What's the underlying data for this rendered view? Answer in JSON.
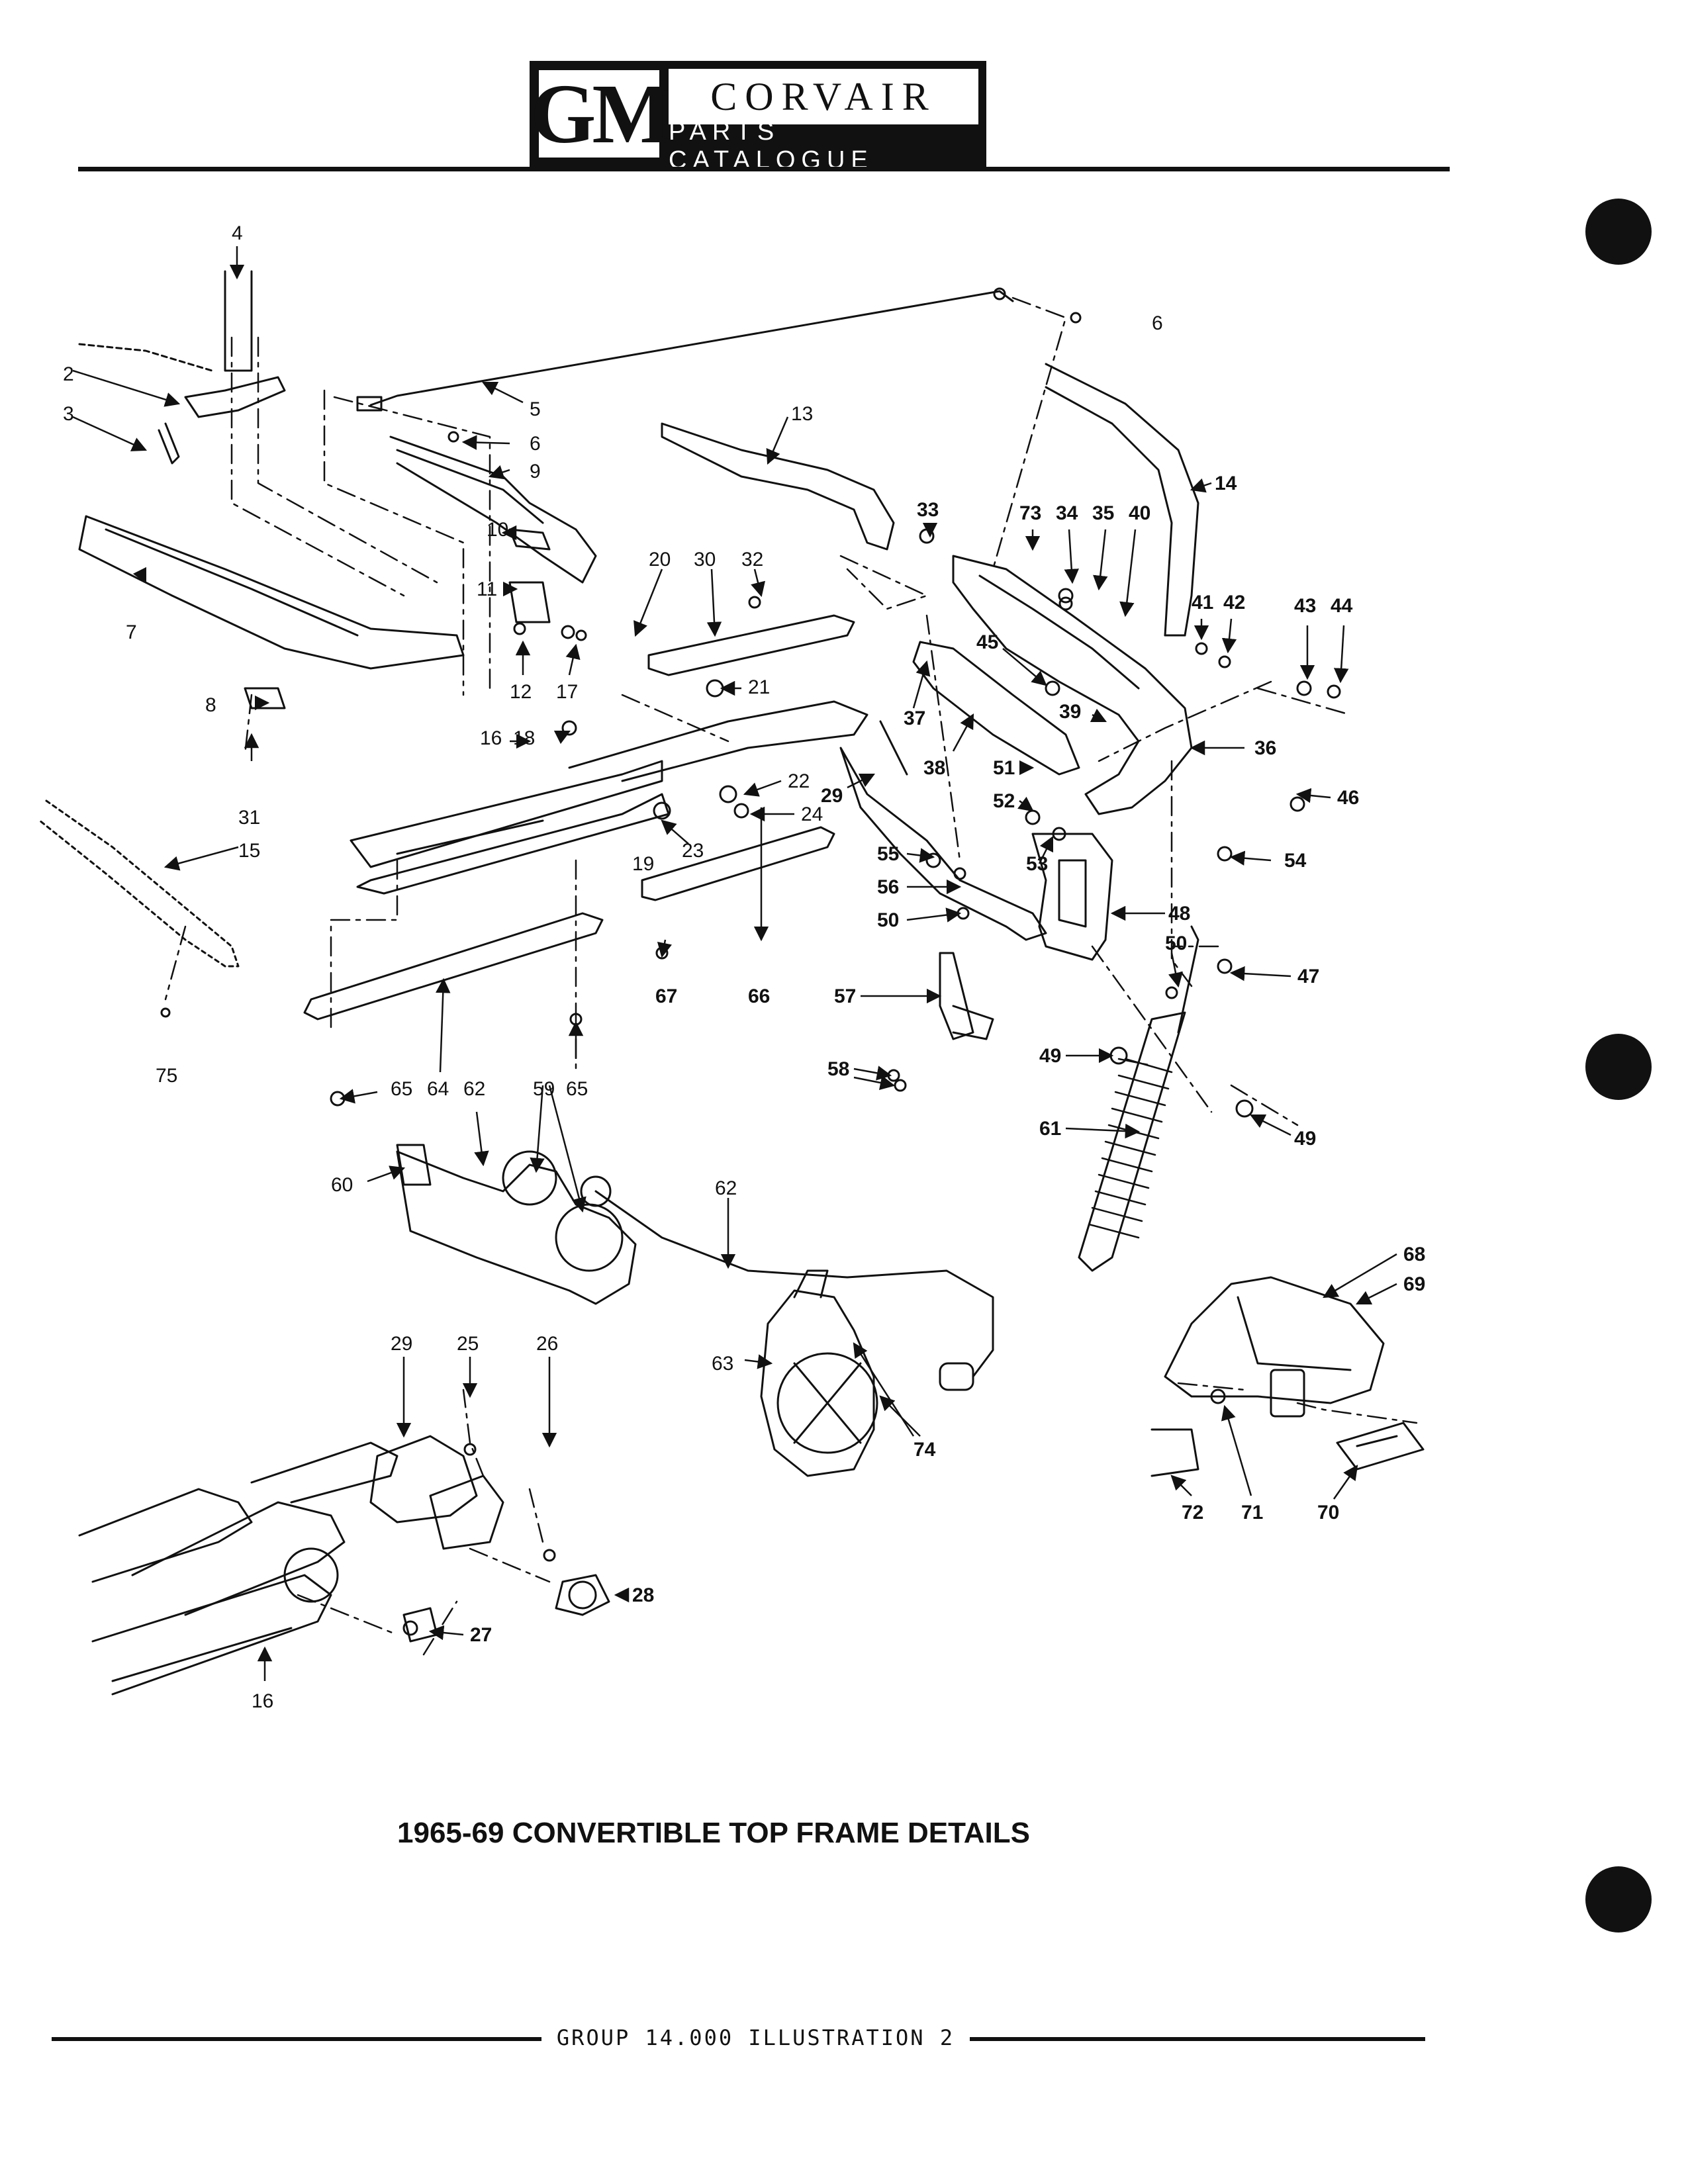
{
  "header": {
    "logo_mark": "GM",
    "logo_title": "CORVAIR",
    "logo_subtitle": "PARTS CATALOGUE"
  },
  "caption": "1965-69 CONVERTIBLE TOP FRAME DETAILS",
  "footer": "GROUP 14.000 ILLUSTRATION 2",
  "callouts": [
    {
      "id": "c4",
      "text": "4"
    },
    {
      "id": "c2",
      "text": "2"
    },
    {
      "id": "c3",
      "text": "3"
    },
    {
      "id": "c7",
      "text": "7"
    },
    {
      "id": "c8",
      "text": "8"
    },
    {
      "id": "c31",
      "text": "31"
    },
    {
      "id": "c15",
      "text": "15"
    },
    {
      "id": "c75",
      "text": "75"
    },
    {
      "id": "c5",
      "text": "5"
    },
    {
      "id": "c6a",
      "text": "6"
    },
    {
      "id": "c6b",
      "text": "6"
    },
    {
      "id": "c9",
      "text": "9"
    },
    {
      "id": "c10",
      "text": "10"
    },
    {
      "id": "c11",
      "text": "11"
    },
    {
      "id": "c12",
      "text": "12"
    },
    {
      "id": "c17",
      "text": "17"
    },
    {
      "id": "c13",
      "text": "13"
    },
    {
      "id": "c20",
      "text": "20"
    },
    {
      "id": "c30",
      "text": "30"
    },
    {
      "id": "c32",
      "text": "32"
    },
    {
      "id": "c21",
      "text": "21"
    },
    {
      "id": "c16a",
      "text": "16"
    },
    {
      "id": "c18",
      "text": "18"
    },
    {
      "id": "c22",
      "text": "22"
    },
    {
      "id": "c24",
      "text": "24"
    },
    {
      "id": "c23",
      "text": "23"
    },
    {
      "id": "c19",
      "text": "19"
    },
    {
      "id": "c29a",
      "text": "29"
    },
    {
      "id": "c37",
      "text": "37"
    },
    {
      "id": "c38",
      "text": "38"
    },
    {
      "id": "c14",
      "text": "14"
    },
    {
      "id": "c33",
      "text": "33"
    },
    {
      "id": "c73",
      "text": "73"
    },
    {
      "id": "c34",
      "text": "34"
    },
    {
      "id": "c35",
      "text": "35"
    },
    {
      "id": "c40",
      "text": "40"
    },
    {
      "id": "c41",
      "text": "41"
    },
    {
      "id": "c42",
      "text": "42"
    },
    {
      "id": "c43",
      "text": "43"
    },
    {
      "id": "c44",
      "text": "44"
    },
    {
      "id": "c45",
      "text": "45"
    },
    {
      "id": "c39",
      "text": "39"
    },
    {
      "id": "c36",
      "text": "36"
    },
    {
      "id": "c46",
      "text": "46"
    },
    {
      "id": "c51",
      "text": "51"
    },
    {
      "id": "c52",
      "text": "52"
    },
    {
      "id": "c53",
      "text": "53"
    },
    {
      "id": "c54",
      "text": "54"
    },
    {
      "id": "c55",
      "text": "55"
    },
    {
      "id": "c56",
      "text": "56"
    },
    {
      "id": "c50a",
      "text": "50"
    },
    {
      "id": "c48",
      "text": "48"
    },
    {
      "id": "c50b",
      "text": "50"
    },
    {
      "id": "c47",
      "text": "47"
    },
    {
      "id": "c66",
      "text": "66"
    },
    {
      "id": "c67",
      "text": "67"
    },
    {
      "id": "c57",
      "text": "57"
    },
    {
      "id": "c58",
      "text": "58"
    },
    {
      "id": "c49a",
      "text": "49"
    },
    {
      "id": "c49b",
      "text": "49"
    },
    {
      "id": "c61",
      "text": "61"
    },
    {
      "id": "c64",
      "text": "64"
    },
    {
      "id": "c65a",
      "text": "65"
    },
    {
      "id": "c65b",
      "text": "65"
    },
    {
      "id": "c62a",
      "text": "62"
    },
    {
      "id": "c59",
      "text": "59"
    },
    {
      "id": "c60",
      "text": "60"
    },
    {
      "id": "c62b",
      "text": "62"
    },
    {
      "id": "c63",
      "text": "63"
    },
    {
      "id": "c74",
      "text": "74"
    },
    {
      "id": "c68",
      "text": "68"
    },
    {
      "id": "c69",
      "text": "69"
    },
    {
      "id": "c72",
      "text": "72"
    },
    {
      "id": "c71",
      "text": "71"
    },
    {
      "id": "c70",
      "text": "70"
    },
    {
      "id": "c29b",
      "text": "29"
    },
    {
      "id": "c25",
      "text": "25"
    },
    {
      "id": "c26",
      "text": "26"
    },
    {
      "id": "c28",
      "text": "28"
    },
    {
      "id": "c27",
      "text": "27"
    },
    {
      "id": "c16b",
      "text": "16"
    }
  ]
}
